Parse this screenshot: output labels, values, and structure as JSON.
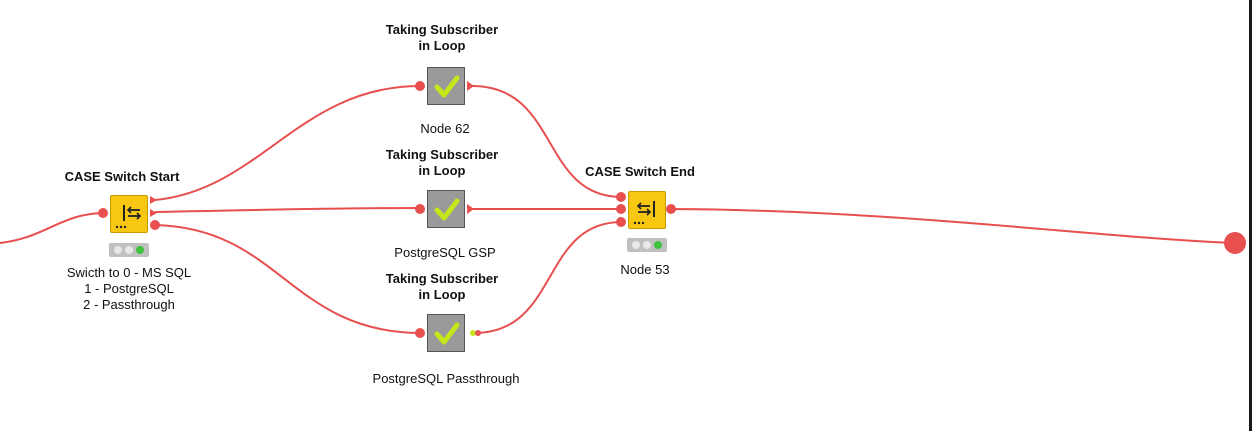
{
  "colors": {
    "wire": "#e85050",
    "port": "#e85050",
    "switch_fill": "#f7c711",
    "metanode_fill": "#9a9a9a",
    "check": "#c6e619",
    "traffic_off": "#e8e8e8",
    "traffic_on": "#3ec23e"
  },
  "nodes": {
    "case_start": {
      "title": "CASE Switch Start",
      "label": "Swicth to 0 - MS SQL\n1 - PostgreSQL\n2 - Passthrough"
    },
    "loop_top": {
      "title": "Taking Subscriber\nin Loop",
      "label": "Node 62"
    },
    "loop_mid": {
      "title": "Taking Subscriber\nin Loop",
      "label": "PostgreSQL GSP"
    },
    "loop_bottom": {
      "title": "Taking Subscriber\nin Loop",
      "label": "PostgreSQL Passthrough"
    },
    "case_end": {
      "title": "CASE Switch End",
      "label": "Node 53"
    }
  }
}
